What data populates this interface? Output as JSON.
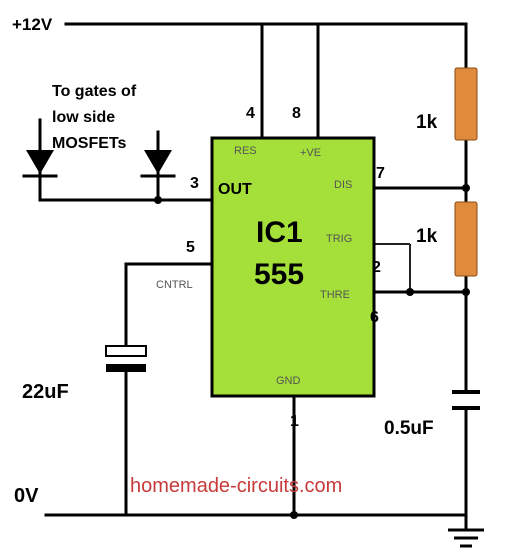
{
  "supply": {
    "label": "+12V"
  },
  "ground": {
    "label": "0V"
  },
  "note": {
    "lines": [
      "To gates of",
      "low side",
      "MOSFETs"
    ]
  },
  "ic": {
    "title": "IC1",
    "part": "555",
    "body_color": "#a4e039",
    "pins": {
      "res": "RES",
      "vcc": "+VE",
      "out": "OUT",
      "dis": "DIS",
      "trig": "TRIG",
      "thre": "THRE",
      "cntrl": "CNTRL",
      "gnd": "GND"
    },
    "pin_numbers": {
      "res": "4",
      "vcc": "8",
      "out": "3",
      "dis": "7",
      "trig": "2",
      "thre": "6",
      "cntrl": "5",
      "gnd": "1"
    }
  },
  "components": {
    "r1": {
      "value": "1k"
    },
    "r2": {
      "value": "1k"
    },
    "c_timing": {
      "value": "0.5uF"
    },
    "c_control": {
      "value": "22uF"
    }
  },
  "colors": {
    "resistor": "#e08a3c",
    "watermark": "#c73a3a",
    "wire": "#000000"
  },
  "watermark": {
    "text": "homemade-circuits.com"
  }
}
